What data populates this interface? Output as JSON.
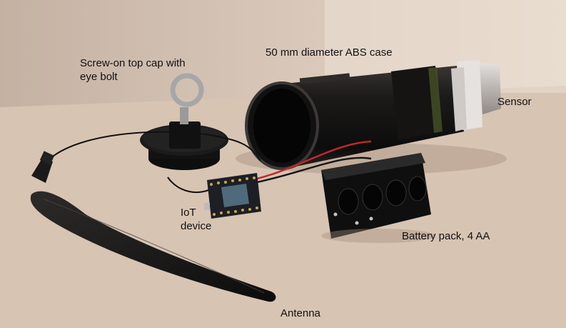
{
  "photo": {
    "labels": {
      "top_cap_line1": "Screw-on top cap with",
      "top_cap_line2": "eye bolt",
      "case": "50 mm diameter ABS case",
      "sensor": "Sensor",
      "iot_line1": "IoT",
      "iot_line2": "device",
      "battery": "Battery pack, 4 AA",
      "antenna": "Antenna"
    }
  }
}
